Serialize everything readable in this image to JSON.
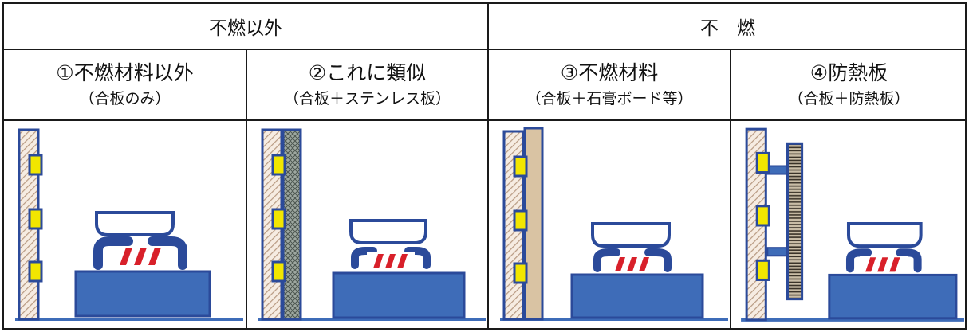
{
  "groups": [
    {
      "label": "不燃以外"
    },
    {
      "label": "不　燃"
    }
  ],
  "columns": [
    {
      "title": "①不燃材料以外",
      "subtitle": "（合板のみ）",
      "variant": "plywood-only"
    },
    {
      "title": "②これに類似",
      "subtitle": "（合板＋ステンレス板）",
      "variant": "plywood-stainless"
    },
    {
      "title": "③不燃材料",
      "subtitle": "（合板＋石膏ボード等）",
      "variant": "plywood-gypsum"
    },
    {
      "title": "④防熱板",
      "subtitle": "（合板＋防熱板）",
      "variant": "plywood-heatshield"
    }
  ],
  "colors": {
    "outline": "#2b4a9a",
    "stove_body": "#3e6cb8",
    "burner": "#d8202a",
    "stud": "#f2e600",
    "hatch": "#b89a82",
    "gypsum": "#d9c3a3",
    "metal_fill": "#9ea8a0",
    "grid_line": "#1a1a1a"
  }
}
